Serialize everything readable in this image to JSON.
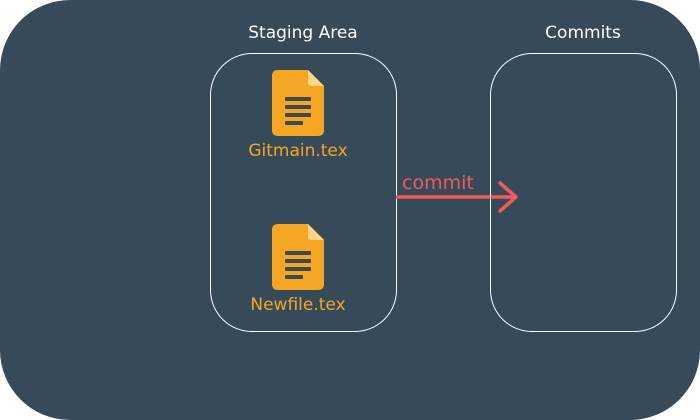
{
  "colors": {
    "background": "#364a59",
    "panel_border": "#ffffff",
    "file_icon": "#f5a623",
    "file_icon_lines": "#3d4a55",
    "file_label": "#f5a623",
    "arrow": "#f05a5a"
  },
  "staging": {
    "title": "Staging Area",
    "files": [
      {
        "name": "Gitmain.tex",
        "icon": "document-icon"
      },
      {
        "name": "Newfile.tex",
        "icon": "document-icon"
      }
    ]
  },
  "arrow": {
    "label": "commit"
  },
  "commits": {
    "title": "Commits"
  }
}
